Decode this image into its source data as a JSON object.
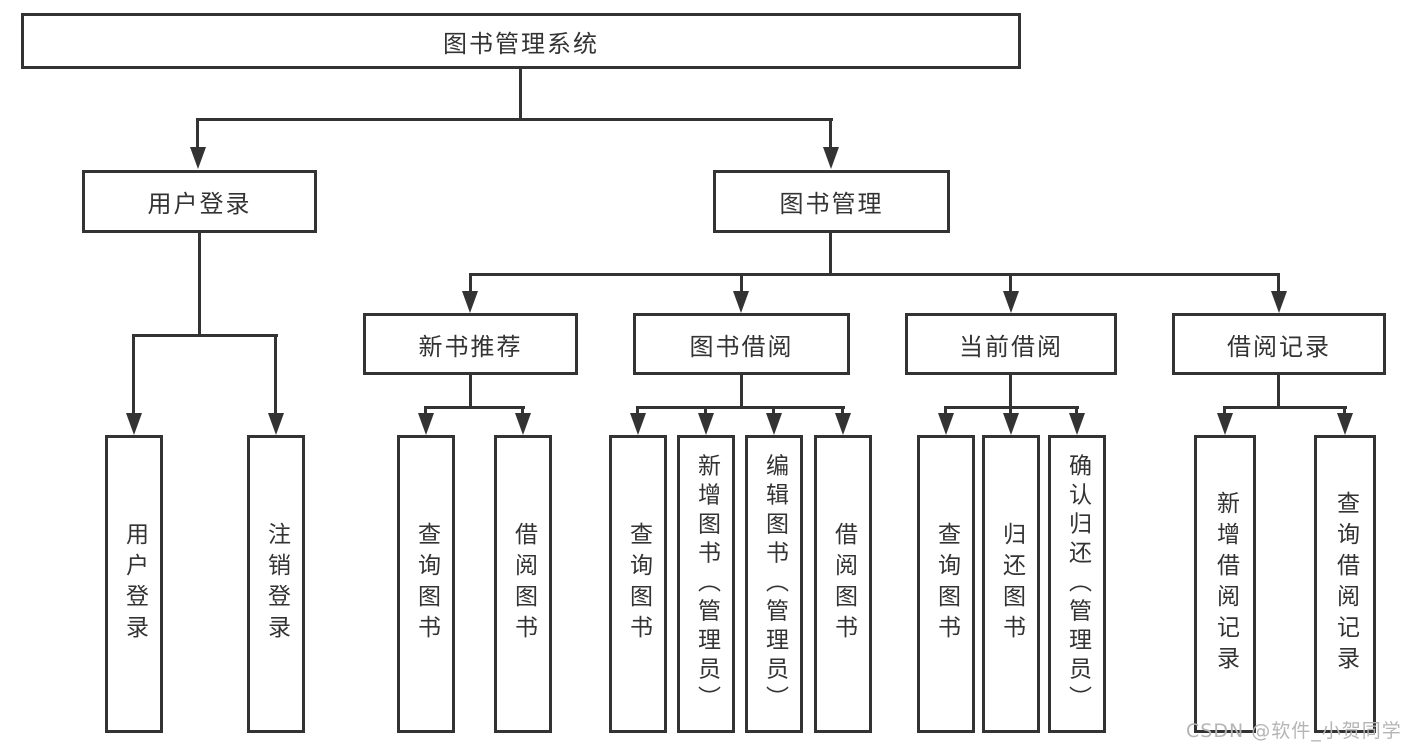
{
  "diagram": {
    "title": "图书管理系统",
    "watermark": "CSDN @软件_小贺同学",
    "colors": {
      "line": "#333333",
      "text": "#333333",
      "watermark": "#b5b5b5",
      "background": "#ffffff"
    },
    "nodes": {
      "root": "图书管理系统",
      "user_login": "用户登录",
      "book_management": "图书管理",
      "new_book_recommend": "新书推荐",
      "book_borrow": "图书借阅",
      "current_borrow": "当前借阅",
      "borrow_record": "借阅记录",
      "leaf_user_login": "用户登录",
      "leaf_logout_login": "注销登录",
      "leaf_query_book_recommend": "查询图书",
      "leaf_borrow_book_recommend": "借阅图书",
      "leaf_query_book_borrow": "查询图书",
      "leaf_add_book_admin": "新增图书（管理员）",
      "leaf_edit_book_admin": "编辑图书（管理员）",
      "leaf_borrow_book_borrow": "借阅图书",
      "leaf_query_book_current": "查询图书",
      "leaf_return_book": "归还图书",
      "leaf_confirm_return_admin": "确认归还（管理员）",
      "leaf_add_borrow_record": "新增借阅记录",
      "leaf_query_borrow_record": "查询借阅记录"
    }
  }
}
